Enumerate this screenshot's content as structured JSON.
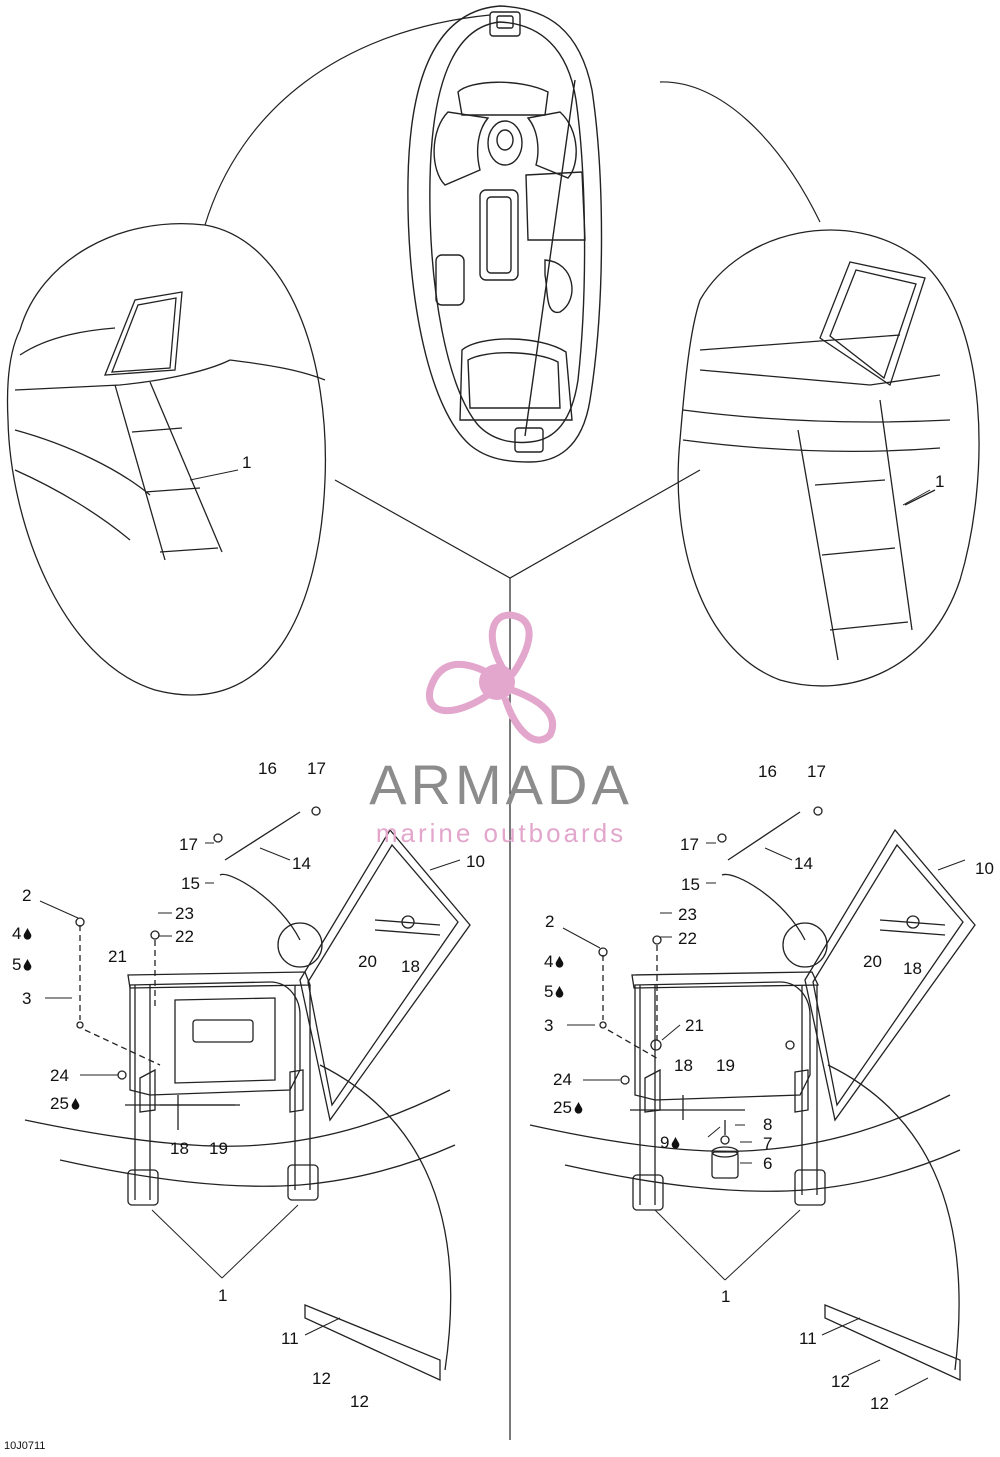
{
  "watermark": {
    "title": "ARMADA",
    "subtitle": "marine outboards",
    "title_color": "#8c8c8c",
    "accent_color": "#e3a6cc"
  },
  "figure_code": "10J0711",
  "callouts": {
    "top_left_1": "1",
    "top_right_1": "1",
    "L16": "16",
    "L17a": "17",
    "L17b": "17",
    "L14": "14",
    "L15": "15",
    "L10": "10",
    "L2": "2",
    "L4": "4",
    "L5": "5",
    "L3": "3",
    "L23": "23",
    "L22": "22",
    "L21": "21",
    "L20": "20",
    "L18a": "18",
    "L24": "24",
    "L25": "25",
    "L18b": "18",
    "L19": "19",
    "L1": "1",
    "L11": "11",
    "L12a": "12",
    "L12b": "12",
    "R16": "16",
    "R17a": "17",
    "R17b": "17",
    "R14": "14",
    "R15": "15",
    "R10": "10",
    "R2": "2",
    "R23": "23",
    "R22": "22",
    "R4": "4",
    "R5": "5",
    "R21": "21",
    "R3": "3",
    "R20": "20",
    "R18a": "18",
    "R24": "24",
    "R18b": "18",
    "R19": "19",
    "R25": "25",
    "R8": "8",
    "R9": "9",
    "R7": "7",
    "R6": "6",
    "R1": "1",
    "R11": "11",
    "R12a": "12",
    "R12b": "12"
  }
}
